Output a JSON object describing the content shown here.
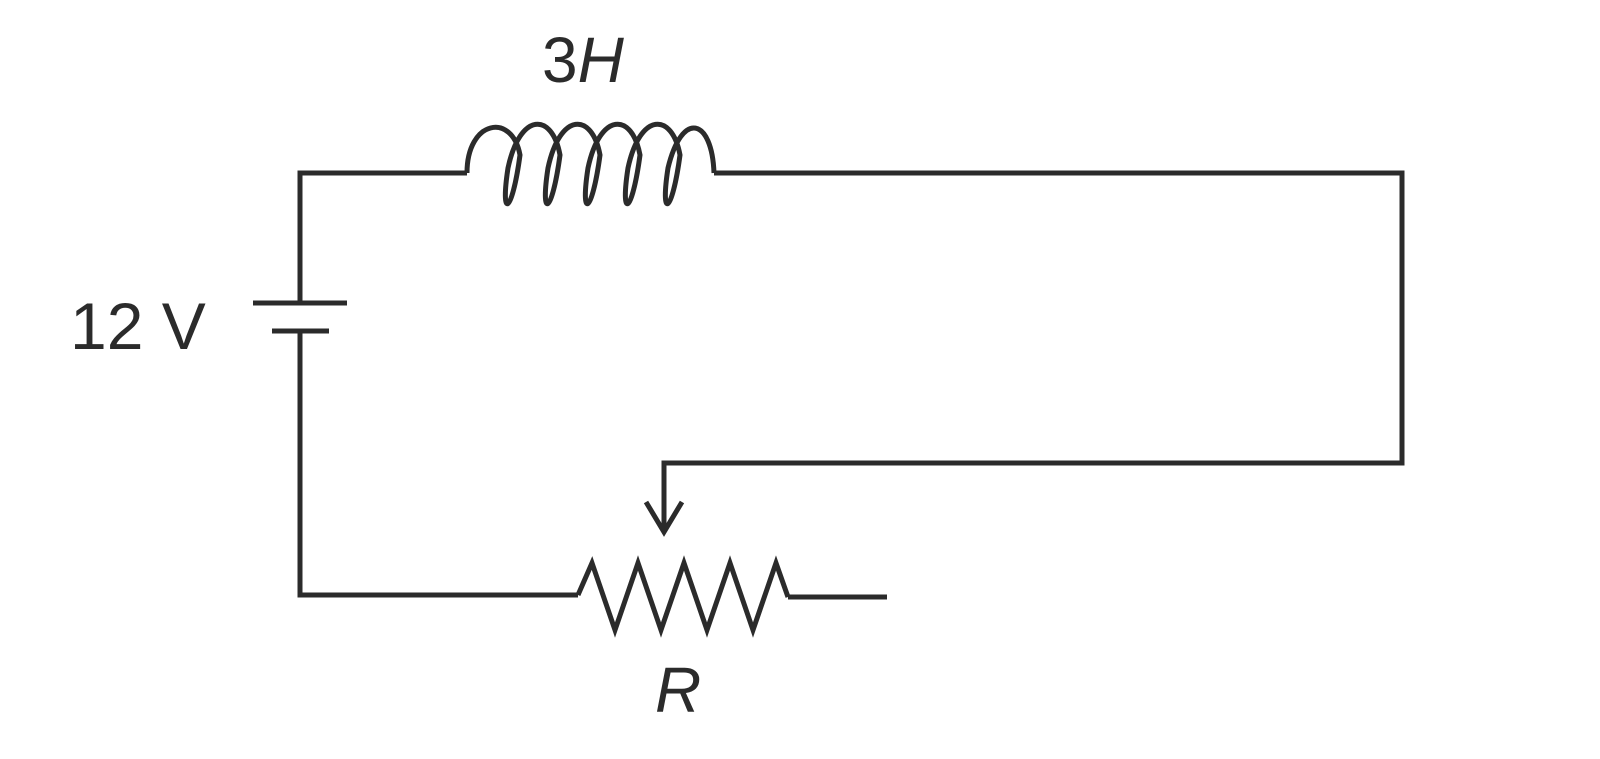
{
  "labels": {
    "inductor_value": "3",
    "inductor_unit": "H",
    "battery_voltage": "12 V",
    "resistor_name": "R"
  },
  "components": {
    "battery": "battery-symbol",
    "inductor": "inductor-coil-symbol",
    "resistor": "variable-resistor-symbol"
  },
  "colors": {
    "line": "#2b2b2b",
    "background": "#ffffff"
  }
}
